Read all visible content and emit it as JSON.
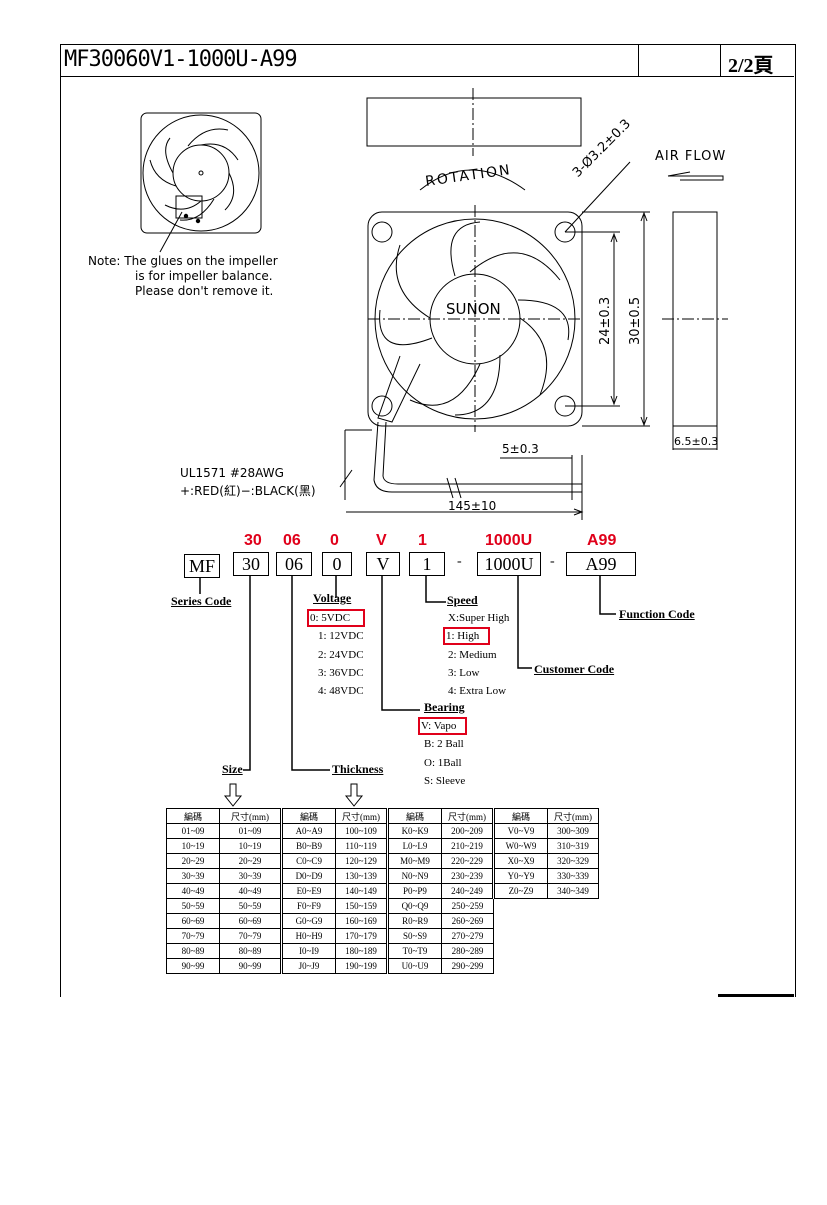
{
  "header": {
    "title": "MF30060V1-1000U-A99",
    "page": "2/2頁"
  },
  "drawing": {
    "note_lines": [
      "Note: The glues on the impeller",
      "is for impeller balance.",
      "Please don't remove it."
    ],
    "rotation": "ROTATION",
    "hole": "3-Ø3.2±0.3",
    "air_flow": "AIR FLOW",
    "brand": "SUNON",
    "dim_24": "24±0.3",
    "dim_30": "30±0.5",
    "dim_65": "6.5±0.3",
    "dim_5": "5±0.3",
    "dim_145": "145±10",
    "wire_1": "UL1571  #28AWG",
    "wire_2": "+:RED(紅)−:BLACK(黑)"
  },
  "code": {
    "red": [
      "30",
      "06",
      "0",
      "V",
      "1",
      "1000U",
      "A99"
    ],
    "boxes": [
      "MF",
      "30",
      "06",
      "0",
      "V",
      "1",
      "1000U",
      "A99"
    ],
    "series_label": "Series Code",
    "voltage_label": "Voltage",
    "voltage_opts": [
      "0: 5VDC",
      "1: 12VDC",
      "2: 24VDC",
      "3: 36VDC",
      "4: 48VDC"
    ],
    "speed_label": "Speed",
    "speed_opts": [
      "X:Super High",
      "1: High",
      "2: Medium",
      "3: Low",
      "4: Extra Low"
    ],
    "function_label": "Function Code",
    "customer_label": "Customer Code",
    "bearing_label": "Bearing",
    "bearing_opts": [
      "V: Vapo",
      "B: 2 Ball",
      "O: 1Ball",
      "S: Sleeve"
    ],
    "size_label": "Size",
    "thickness_label": "Thickness"
  },
  "table": {
    "headers": [
      "編碼",
      "尺寸(mm)",
      "編碼",
      "尺寸(mm)",
      "編碼",
      "尺寸(mm)",
      "編碼",
      "尺寸(mm)"
    ],
    "rows": [
      [
        "01~09",
        "01~09",
        "A0~A9",
        "100~109",
        "K0~K9",
        "200~209",
        "V0~V9",
        "300~309"
      ],
      [
        "10~19",
        "10~19",
        "B0~B9",
        "110~119",
        "L0~L9",
        "210~219",
        "W0~W9",
        "310~319"
      ],
      [
        "20~29",
        "20~29",
        "C0~C9",
        "120~129",
        "M0~M9",
        "220~229",
        "X0~X9",
        "320~329"
      ],
      [
        "30~39",
        "30~39",
        "D0~D9",
        "130~139",
        "N0~N9",
        "230~239",
        "Y0~Y9",
        "330~339"
      ],
      [
        "40~49",
        "40~49",
        "E0~E9",
        "140~149",
        "P0~P9",
        "240~249",
        "Z0~Z9",
        "340~349"
      ],
      [
        "50~59",
        "50~59",
        "F0~F9",
        "150~159",
        "Q0~Q9",
        "250~259",
        "",
        ""
      ],
      [
        "60~69",
        "60~69",
        "G0~G9",
        "160~169",
        "R0~R9",
        "260~269",
        "",
        ""
      ],
      [
        "70~79",
        "70~79",
        "H0~H9",
        "170~179",
        "S0~S9",
        "270~279",
        "",
        ""
      ],
      [
        "80~89",
        "80~89",
        "I0~I9",
        "180~189",
        "T0~T9",
        "280~289",
        "",
        ""
      ],
      [
        "90~99",
        "90~99",
        "J0~J9",
        "190~199",
        "U0~U9",
        "290~299",
        "",
        ""
      ]
    ]
  }
}
